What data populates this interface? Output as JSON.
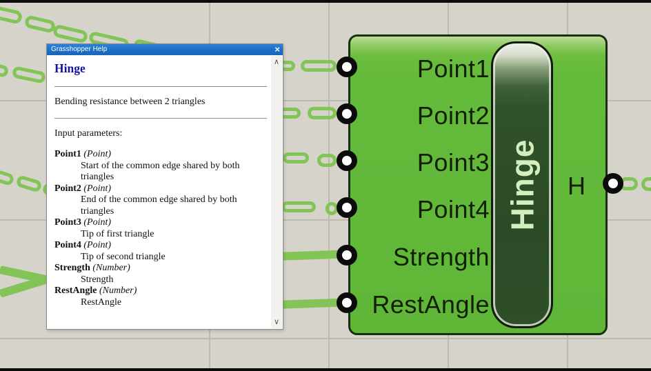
{
  "canvas": {
    "bg_color": "#d6d3ca",
    "grid_color": "#bcb9b0",
    "wire_color": "#82c556"
  },
  "help_window": {
    "title": "Grasshopper Help",
    "close_label": "×",
    "heading": "Hinge",
    "description": "Bending resistance between 2 triangles",
    "section_label": "Input parameters:",
    "params": [
      {
        "name": "Point1",
        "type": "(Point)",
        "desc": "Start of the common edge shared by both triangles"
      },
      {
        "name": "Point2",
        "type": "(Point)",
        "desc": "End of the common edge shared by both triangles"
      },
      {
        "name": "Point3",
        "type": "(Point)",
        "desc": "Tip of first triangle"
      },
      {
        "name": "Point4",
        "type": "(Point)",
        "desc": "Tip of second triangle"
      },
      {
        "name": "Strength",
        "type": "(Number)",
        "desc": "Strength"
      },
      {
        "name": "RestAngle",
        "type": "(Number)",
        "desc": "RestAngle"
      }
    ],
    "scroll_up": "∧",
    "scroll_down": "∨"
  },
  "component": {
    "name": "Hinge",
    "inputs": [
      "Point1",
      "Point2",
      "Point3",
      "Point4",
      "Strength",
      "RestAngle"
    ],
    "output": "H",
    "colors": {
      "body": "#63ba3b",
      "pill": "#2e4c29",
      "pill_text": "#d4eebf",
      "label_text": "#121f05",
      "border": "#16300e"
    }
  }
}
